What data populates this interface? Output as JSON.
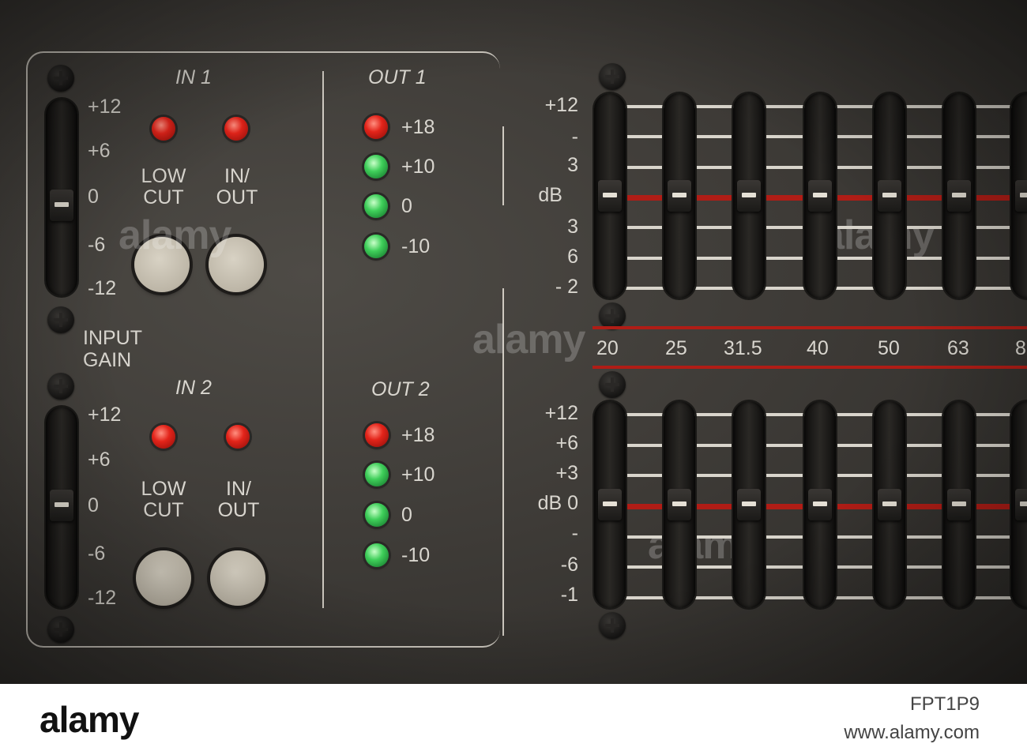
{
  "input_section": {
    "channel_1_title": "IN 1",
    "channel_2_title": "IN 2",
    "gain_scale": [
      "+12",
      "+6",
      "0",
      "-6",
      "-12"
    ],
    "gain_label_line1": "INPUT",
    "gain_label_line2": "GAIN",
    "button_1_label_line1": "LOW",
    "button_1_label_line2": "CUT",
    "button_2_label_line1": "IN/",
    "button_2_label_line2": "OUT"
  },
  "output_section": {
    "channel_1_title": "OUT 1",
    "channel_2_title": "OUT 2",
    "meter_scale": [
      "+18",
      "+10",
      "0",
      "-10"
    ],
    "meter_colors": [
      "#e3241a",
      "#3fcf5a",
      "#3fcf5a",
      "#3fcf5a"
    ]
  },
  "eq_section": {
    "upper_scale": [
      "+12",
      "-",
      "3",
      "dB",
      "3",
      "6",
      "- 2"
    ],
    "lower_scale": [
      "+12",
      "+6",
      "+3",
      "dB 0",
      "-",
      "-6",
      "-1"
    ],
    "frequencies": [
      "20",
      "25",
      "31.5",
      "40",
      "50",
      "63",
      "8"
    ],
    "slider_levels_upper": [
      0.5,
      0.5,
      0.5,
      0.5,
      0.5,
      0.5
    ],
    "slider_levels_lower": [
      0.5,
      0.5,
      0.5,
      0.5,
      0.5,
      0.5
    ]
  },
  "watermarks": [
    "alamy",
    "alamy",
    "alamy",
    "alamy"
  ],
  "footer": {
    "brand": "alamy",
    "image_code": "FPT1P9",
    "site": "www.alamy.com"
  },
  "colors": {
    "panel": "#3f3c38",
    "label": "#d9d6cf",
    "red_led": "#e3241a",
    "green_led": "#3fcf5a",
    "rail": "#b01d16"
  }
}
